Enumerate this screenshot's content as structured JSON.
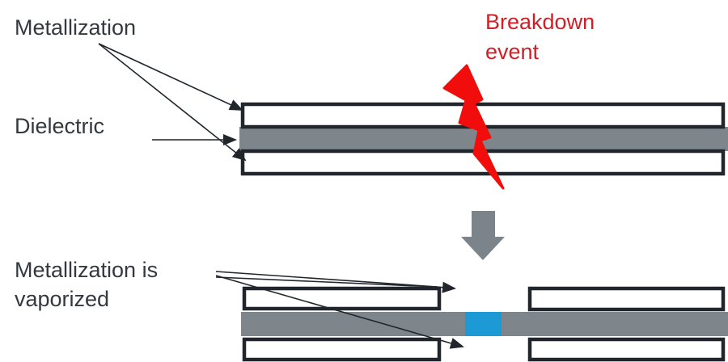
{
  "figure": {
    "labels": {
      "metallization": "Metallization",
      "dielectric": "Dielectric",
      "breakdown_event": "Breakdown event",
      "metallization_vaporized": "Metallization is vaporized"
    },
    "colors": {
      "label_text": "#33393f",
      "breakdown_text": "#d02027",
      "bolt_red": "#f20d0d",
      "dielectric_gray": "#7e868c",
      "metallization_fill": "#ffffff",
      "outline_dark": "#20262c",
      "healed_spot_blue": "#1d9ad6",
      "transition_arrow_gray": "#7b848b"
    }
  }
}
